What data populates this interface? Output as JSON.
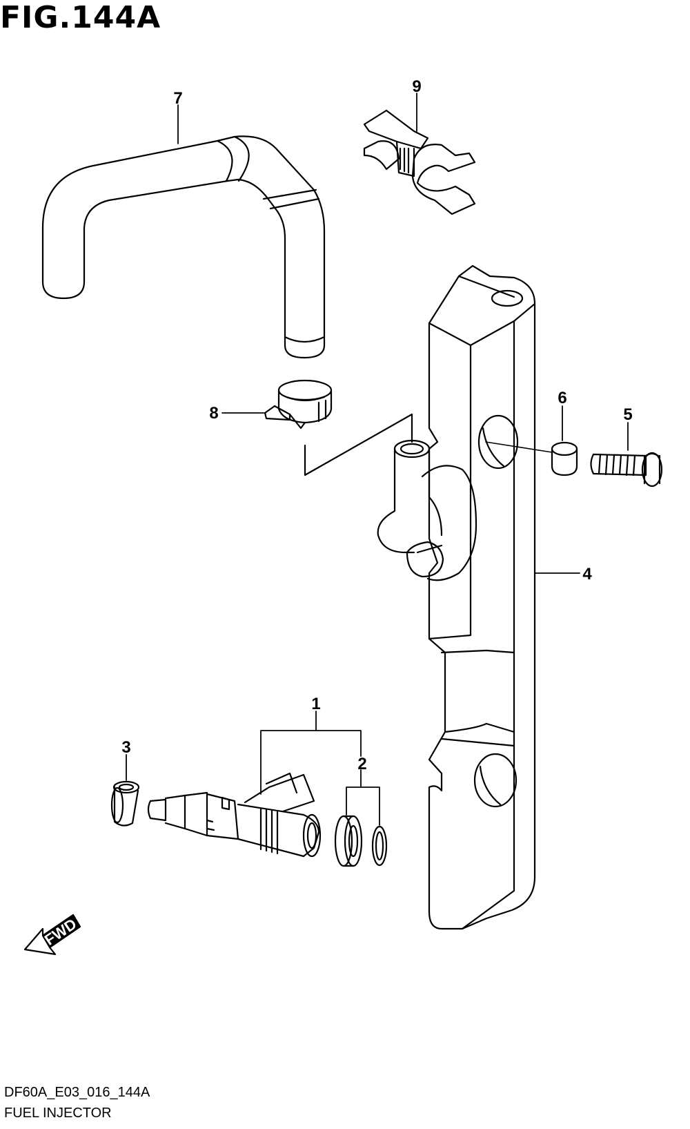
{
  "figure": {
    "title": "FIG.144A",
    "code": "DF60A_E03_016_144A",
    "caption": "FUEL INJECTOR",
    "fwd_label": "FWD"
  },
  "callouts": [
    {
      "id": "1",
      "label": "1"
    },
    {
      "id": "2",
      "label": "2"
    },
    {
      "id": "3",
      "label": "3"
    },
    {
      "id": "4",
      "label": "4"
    },
    {
      "id": "5",
      "label": "5"
    },
    {
      "id": "6",
      "label": "6"
    },
    {
      "id": "7",
      "label": "7"
    },
    {
      "id": "8",
      "label": "8"
    },
    {
      "id": "9",
      "label": "9"
    }
  ]
}
